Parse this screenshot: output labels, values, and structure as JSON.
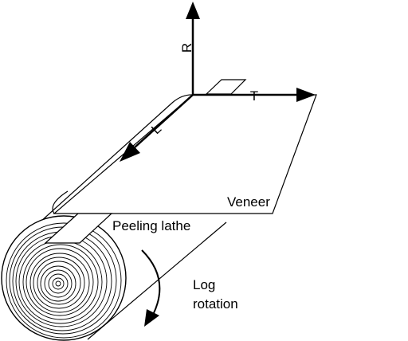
{
  "labels": {
    "axis_r": "R",
    "axis_t": "T",
    "axis_l": "L",
    "veneer": "Veneer",
    "peeling_lathe": "Peeling lathe",
    "log_rotation_line1": "Log",
    "log_rotation_line2": "rotation"
  },
  "colors": {
    "line": "#000000",
    "fill": "#ffffff"
  }
}
